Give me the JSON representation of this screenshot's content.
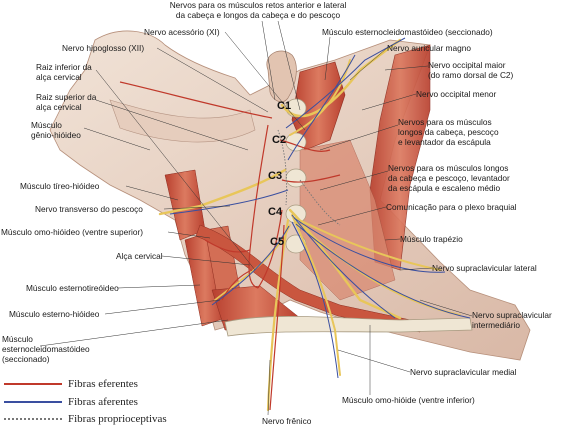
{
  "labels": {
    "top_nerves": "Nervos para os músculos retos anterior e lateral\nda cabeça e longos da cabeça e do pescoço",
    "accessory": "Nervo acessório (XI)",
    "hypoglossal": "Nervo hipoglosso (XII)",
    "scm_sectioned_top": "Músculo esternocleidomastóideo (seccionado)",
    "great_auricular": "Nervo auricular magno",
    "greater_occipital": "Nervo occipital maior\n(do ramo dorsal de C2)",
    "lesser_occipital": "Nervo occipital menor",
    "ansa_inferior_root": "Raiz inferior da\nalça cervical",
    "ansa_superior_root": "Raiz superior da\nalça cervical",
    "geniohyoid": "Músculo\ngênio-hióideo",
    "longus_nerves": "Nervos para os músculos\nlongos da cabeça, pescoço\ne levantador da escápula",
    "thyrohyoid": "Músculo tíreo-hióideo",
    "longus_scalene_nerves": "Nervos para os músculos longos\nda cabeça e pescoço, levantador\nda escápula e escaleno médio",
    "transverse_cervical": "Nervo transverso do pescoço",
    "brachial_communication": "Comunicação para o plexo braquial",
    "omohyoid_superior": "Músculo omo-hióideo (ventre superior)",
    "trapezius": "Músculo trapézio",
    "ansa_cervicalis": "Alça cervical",
    "supraclavicular_lateral": "Nervo supraclavicular lateral",
    "sternothyroid": "Músculo esternotireóideo",
    "sternohyoid": "Músculo esterno-hióideo",
    "supraclavicular_intermediate": "Nervo supraclavicular\nintermediário",
    "scm_sectioned_bottom": "Músculo\nesternocleidomastóideo\n(seccionado)",
    "supraclavicular_medial": "Nervo supraclavicular medial",
    "omohyoid_inferior": "Músculo omo-hióide (ventre inferior)",
    "phrenic": "Nervo frênico"
  },
  "cervical_levels": [
    "C1",
    "C2",
    "C3",
    "C4",
    "C5"
  ],
  "legend": [
    {
      "label": "Fibras eferentes",
      "color": "#c0392b",
      "style": "solid"
    },
    {
      "label": "Fibras aferentes",
      "color": "#3a4fa0",
      "style": "solid"
    },
    {
      "label": "Fibras proprioceptivas",
      "color": "#777777",
      "style": "dotted"
    }
  ],
  "colors": {
    "skin": "#e9d6c7",
    "muscle": "#c8553f",
    "muscle_light": "#dd8a72",
    "bone": "#efe6d4",
    "nerve_yellow": "#e8c65a",
    "efferent": "#c0392b",
    "afferent": "#3a4fa0"
  }
}
